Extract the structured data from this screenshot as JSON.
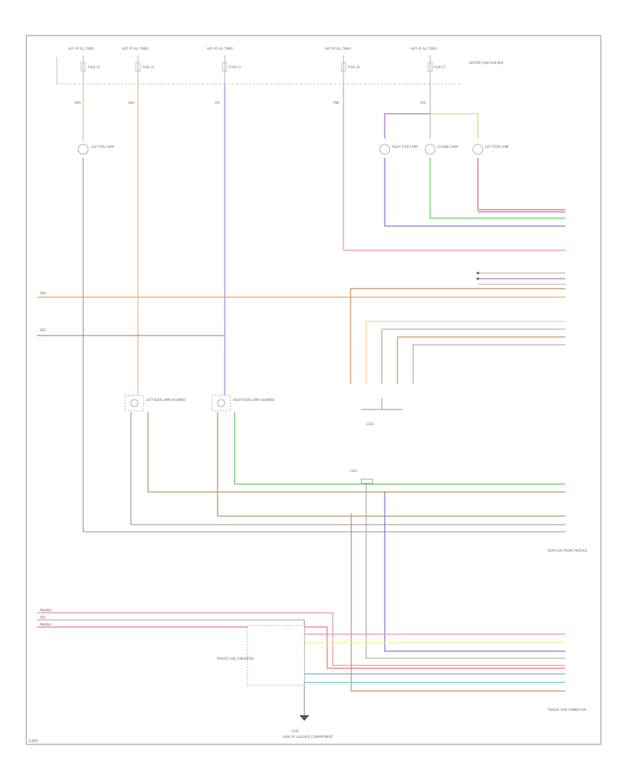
{
  "diagram": {
    "fuses": [
      {
        "label": "HOT AT ALL TIMES",
        "sub": "FUSE 15",
        "wire": "ORG"
      },
      {
        "label": "HOT AT ALL TIMES",
        "sub": "FUSE 14",
        "wire": "ORG"
      },
      {
        "label": "HOT AT ALL TIMES",
        "sub": "FUSE 13",
        "wire": "VIO"
      },
      {
        "label": "HOT AT ALL TIMES",
        "sub": "FUSE 16",
        "wire": "PNK"
      },
      {
        "label": "HOT AT ALL TIMES",
        "sub": "FUSE 17",
        "wire": "GRY"
      }
    ],
    "fuse_box_label": "BATTERY JUNCTION BOX",
    "lamps": [
      {
        "label": "LEFT TAIL LAMP"
      },
      {
        "label": "RIGHT STOP LAMP"
      },
      {
        "label": "LICENSE LAMP"
      },
      {
        "label": "LEFT STOP LAMP"
      }
    ],
    "corner_lamps": [
      {
        "label": "LEFT REAR LAMP ASSEMBLY"
      },
      {
        "label": "RIGHT REAR LAMP ASSEMBLY"
      }
    ],
    "left_inputs": [
      "ORG",
      "RED"
    ],
    "bottom_inputs": [
      "PNK/BLU",
      "RED",
      "PNK/BLU"
    ],
    "module_label": "TRAILER TOW CONVERTER",
    "ground_label": "G301",
    "ground_sub": "REAR OF LUGGAGE COMPARTMENT",
    "splice_label": "C401",
    "section_notes": [
      "REAR ELECTRONIC MODULE",
      "TRAILER TOW CONNECTOR"
    ],
    "corner_tag": "G300"
  }
}
